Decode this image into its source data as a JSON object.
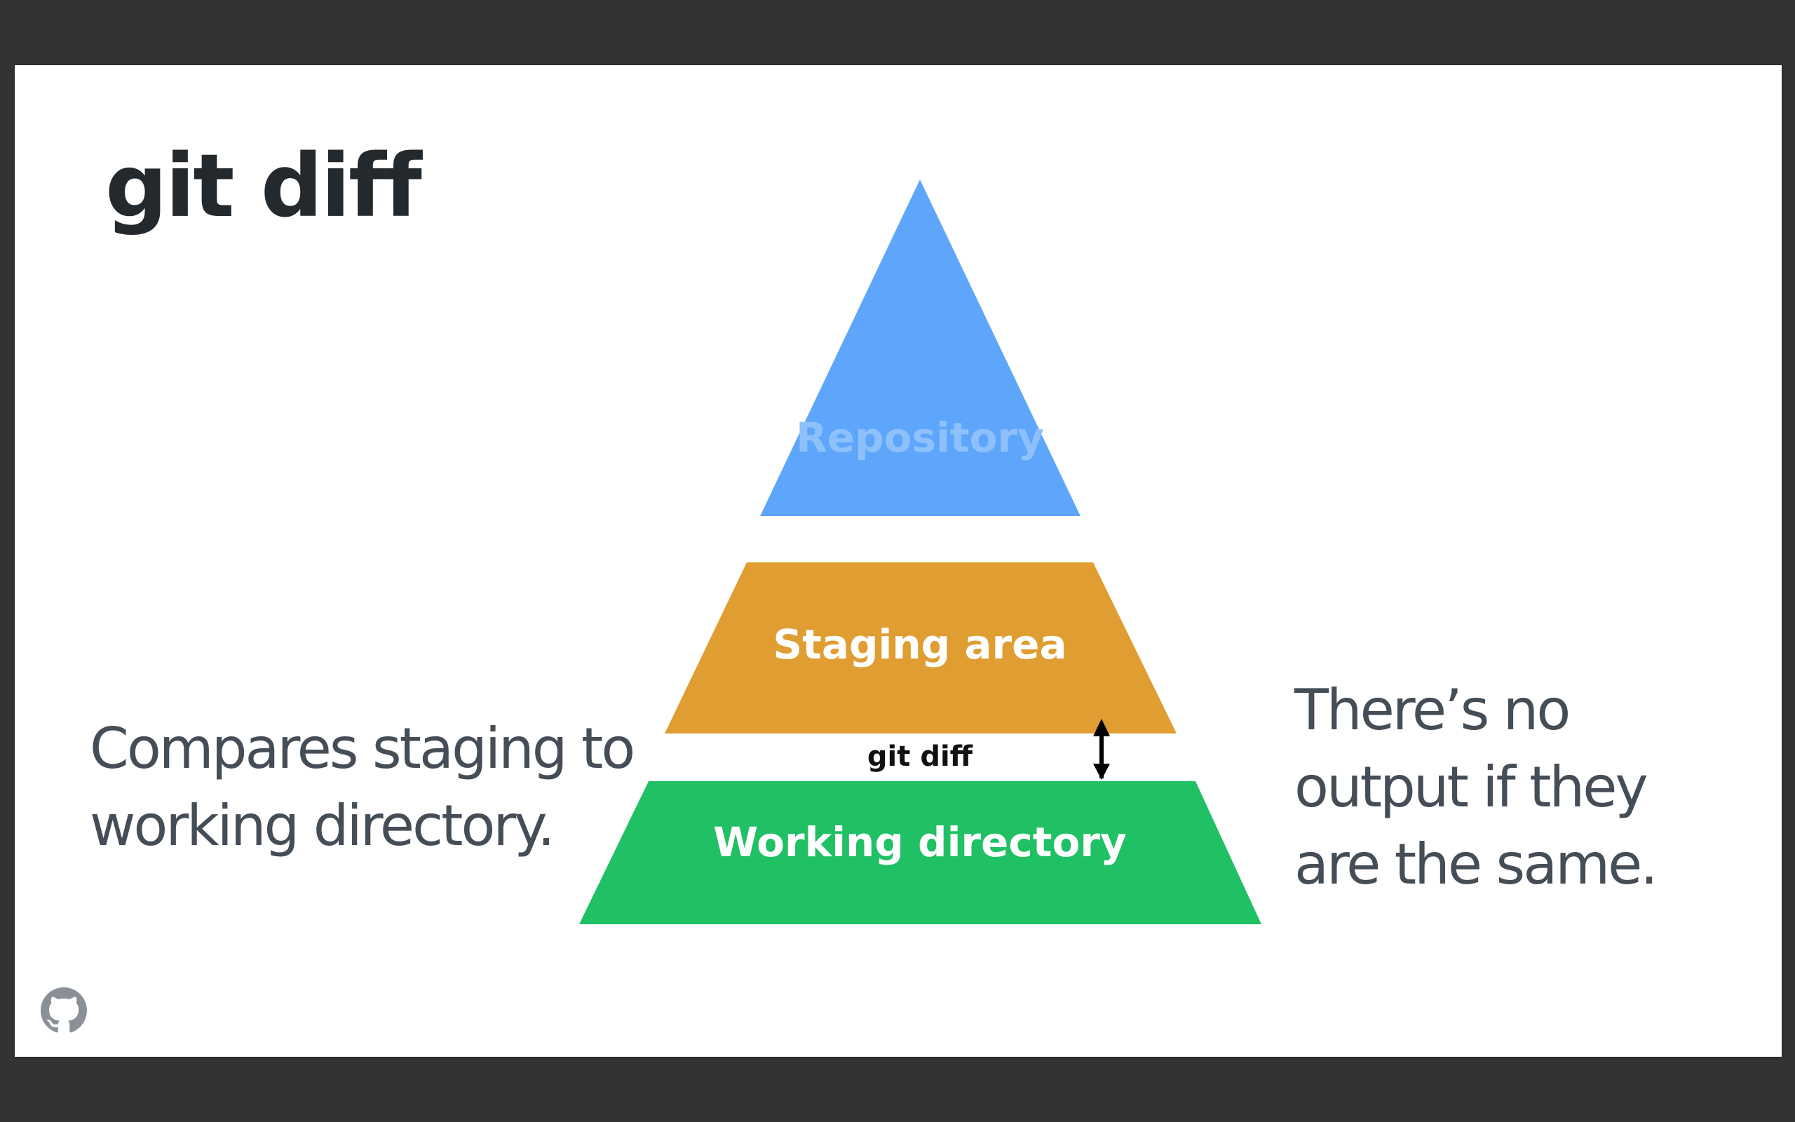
{
  "slide": {
    "title": "git diff",
    "left_text": [
      "Compares staging to",
      "working directory."
    ],
    "right_text": [
      "There’s no",
      "output if they",
      "are the same."
    ]
  },
  "diagram": {
    "repository_label": "Repository",
    "staging_label": "Staging area",
    "working_label": "Working directory",
    "arrow_label": "git diff"
  },
  "colors": {
    "background": "#333333",
    "slide": "#ffffff",
    "repository": "#5ea6fb",
    "repository_label": "#8ec0fc",
    "staging": "#e09d31",
    "working": "#20c065",
    "title": "#24292e",
    "body": "#454d57"
  },
  "icons": {
    "footer": "github-octocat-icon"
  }
}
